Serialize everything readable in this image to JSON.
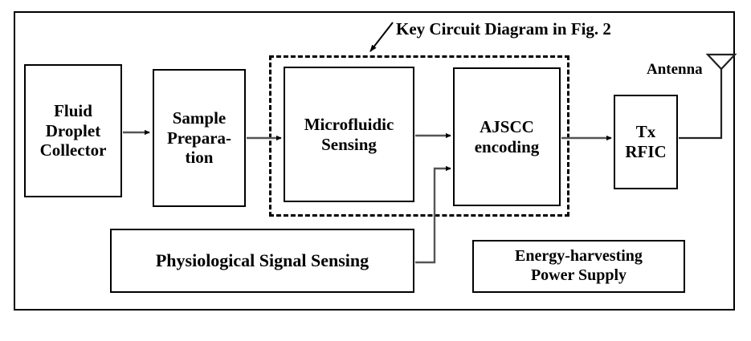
{
  "figure": {
    "title_note": "Key Circuit Diagram in Fig. 2",
    "antenna_label": "Antenna",
    "outer_border_color": "#000000",
    "dashed_group_color": "#000000",
    "connector_color": "#555555",
    "arrowhead_color": "#000000",
    "background": "#ffffff"
  },
  "blocks": {
    "fluid_droplet_collector": "Fluid Droplet Collector",
    "sample_preparation": "Sample Prepara-tion",
    "microfluidic_sensing": "Microfluidic Sensing",
    "ajscc_encoding": "AJSCC encoding",
    "tx_rfic": "Tx RFIC",
    "physiological_signal_sensing": "Physiological Signal Sensing",
    "energy_harvesting_power_supply": "Energy-harvesting Power Supply"
  },
  "block_lines": {
    "fluid_droplet_collector": [
      "Fluid",
      "Droplet",
      "Collector"
    ],
    "sample_preparation": [
      "Sample",
      "Prepara-",
      "tion"
    ],
    "microfluidic_sensing": [
      "Microfluidic",
      "Sensing"
    ],
    "ajscc_encoding": [
      "AJSCC",
      "encoding"
    ],
    "tx_rfic": [
      "Tx",
      "RFIC"
    ],
    "physiological_signal_sensing": [
      "Physiological Signal Sensing"
    ],
    "energy_harvesting_power_supply": [
      "Energy-harvesting",
      "Power Supply"
    ]
  },
  "connections": [
    {
      "from": "fluid_droplet_collector",
      "to": "sample_preparation",
      "style": "arrow"
    },
    {
      "from": "sample_preparation",
      "to": "microfluidic_sensing",
      "style": "arrow"
    },
    {
      "from": "microfluidic_sensing",
      "to": "ajscc_encoding",
      "style": "arrow"
    },
    {
      "from": "physiological_signal_sensing",
      "to": "ajscc_encoding",
      "style": "arrow-elbow"
    },
    {
      "from": "ajscc_encoding",
      "to": "tx_rfic",
      "style": "arrow"
    },
    {
      "from": "tx_rfic",
      "to": "antenna",
      "style": "line-elbow"
    },
    {
      "from": "note_key_circuit",
      "to": "dashed_group",
      "style": "leader-arrow"
    }
  ]
}
